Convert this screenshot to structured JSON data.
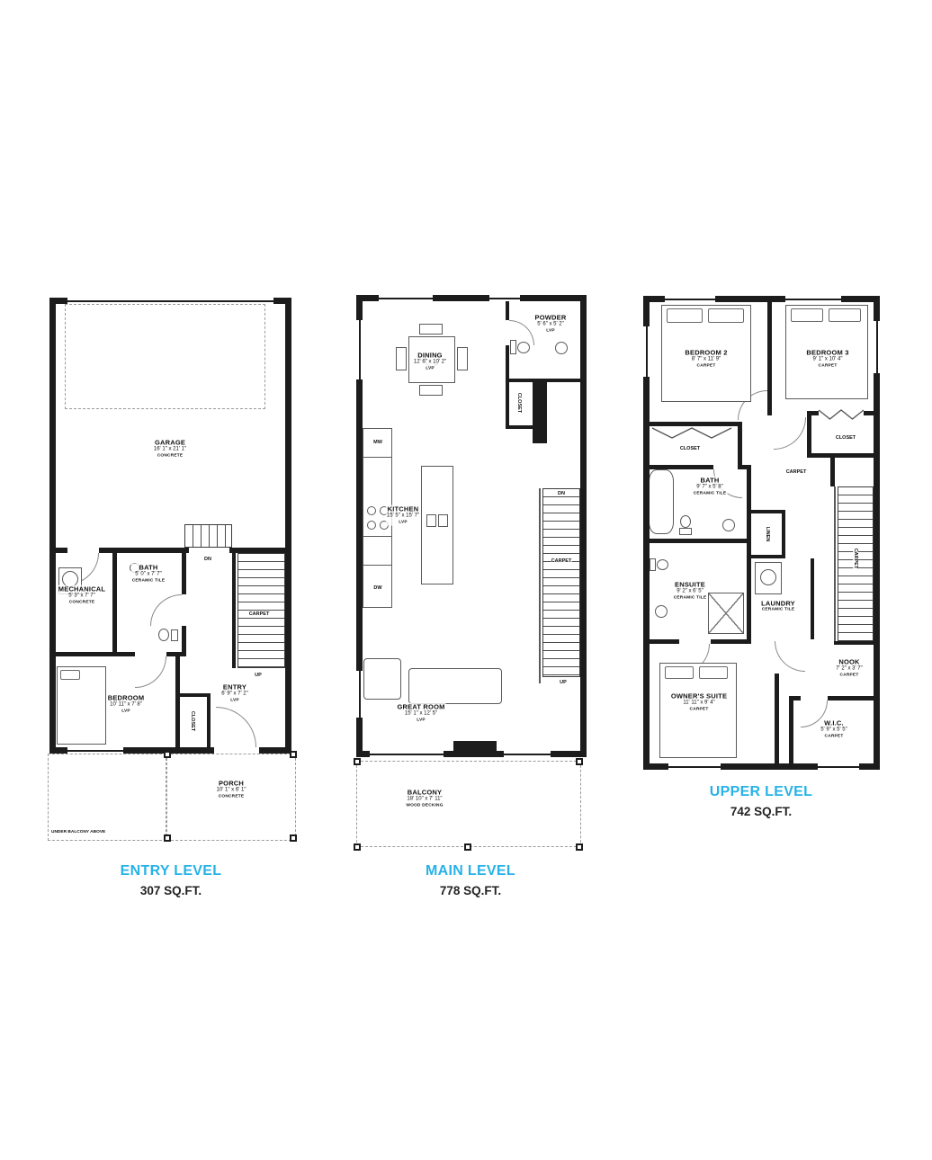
{
  "meta": {
    "accent_color": "#27b2e7",
    "wall_color": "#1c1c1c"
  },
  "entry": {
    "title": "ENTRY LEVEL",
    "sqft": "307 SQ.FT.",
    "rooms": {
      "garage": {
        "name": "GARAGE",
        "dims": "16' 1\" x 21' 1\"",
        "floor": "CONCRETE"
      },
      "mechanical": {
        "name": "MECHANICAL",
        "dims": "5' 3\" x 7' 7\"",
        "floor": "CONCRETE"
      },
      "bath": {
        "name": "BATH",
        "dims": "5' 0\" x 7' 7\"",
        "floor": "CERAMIC TILE"
      },
      "bedroom": {
        "name": "BEDROOM",
        "dims": "10' 11\" x 7' 8\"",
        "floor": "LVP"
      },
      "entry": {
        "name": "ENTRY",
        "dims": "6' 9\" x 7' 2\"",
        "floor": "LVP"
      },
      "porch": {
        "name": "PORCH",
        "dims": "10' 1\" x 6' 1\"",
        "floor": "CONCRETE"
      }
    },
    "labels": {
      "closet": "CLOSET",
      "carpet": "CARPET",
      "up": "UP",
      "dn": "DN",
      "note": "UNDER BALCONY ABOVE"
    }
  },
  "main": {
    "title": "MAIN LEVEL",
    "sqft": "778 SQ.FT.",
    "rooms": {
      "dining": {
        "name": "DINING",
        "dims": "12' 6\" x 10' 2\"",
        "floor": "LVP"
      },
      "powder": {
        "name": "POWDER",
        "dims": "5' 6\" x 5' 2\"",
        "floor": "LVP"
      },
      "kitchen": {
        "name": "KITCHEN",
        "dims": "15' 5\" x 15' 7\"",
        "floor": "LVP"
      },
      "great_room": {
        "name": "GREAT ROOM",
        "dims": "15' 1\" x 12' 5\"",
        "floor": "LVP"
      },
      "balcony": {
        "name": "BALCONY",
        "dims": "18' 10\" x 7' 11\"",
        "floor": "WOOD DECKING"
      }
    },
    "labels": {
      "closet": "CLOSET",
      "carpet": "CARPET",
      "up": "UP",
      "dn": "DN",
      "mw": "MW",
      "dw": "DW"
    }
  },
  "upper": {
    "title": "UPPER LEVEL",
    "sqft": "742 SQ.FT.",
    "rooms": {
      "bedroom2": {
        "name": "BEDROOM 2",
        "dims": "8' 7\" x 11' 9\"",
        "floor": "CARPET"
      },
      "bedroom3": {
        "name": "BEDROOM 3",
        "dims": "9' 1\" x 10' 4\"",
        "floor": "CARPET"
      },
      "bath": {
        "name": "BATH",
        "dims": "9' 7\" x 5' 8\"",
        "floor": "CERAMIC TILE"
      },
      "ensuite": {
        "name": "ENSUITE",
        "dims": "9' 2\" x 6' 5\"",
        "floor": "CERAMIC TILE"
      },
      "laundry": {
        "name": "LAUNDRY",
        "floor": "CERAMIC TILE"
      },
      "owners_suite": {
        "name": "OWNER'S SUITE",
        "dims": "11' 11\" x 9' 4\"",
        "floor": "CARPET"
      },
      "nook": {
        "name": "NOOK",
        "dims": "7' 2\" x 3' 7\"",
        "floor": "CARPET"
      },
      "wic": {
        "name": "W.I.C.",
        "dims": "5' 9\" x 5' 5\"",
        "floor": "CARPET"
      }
    },
    "labels": {
      "closet_left": "CLOSET",
      "closet_right": "CLOSET",
      "linen": "LINEN",
      "carpet_hall": "CARPET",
      "carpet_stairs": "CARPET"
    }
  }
}
